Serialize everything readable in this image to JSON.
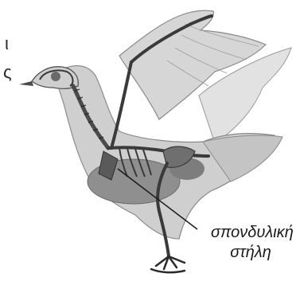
{
  "text_fragments": [
    "ι",
    "ς"
  ],
  "label": {
    "line1": "σπονδυλική",
    "line2": "στήλη"
  },
  "colors": {
    "body": "#cfcfcf",
    "body_dark": "#b5b5b5",
    "organs": "#8f8f8f",
    "bone": "#5a5a5a",
    "outline": "#3a3a3a"
  },
  "icon": "bird-skeleton-illustration"
}
